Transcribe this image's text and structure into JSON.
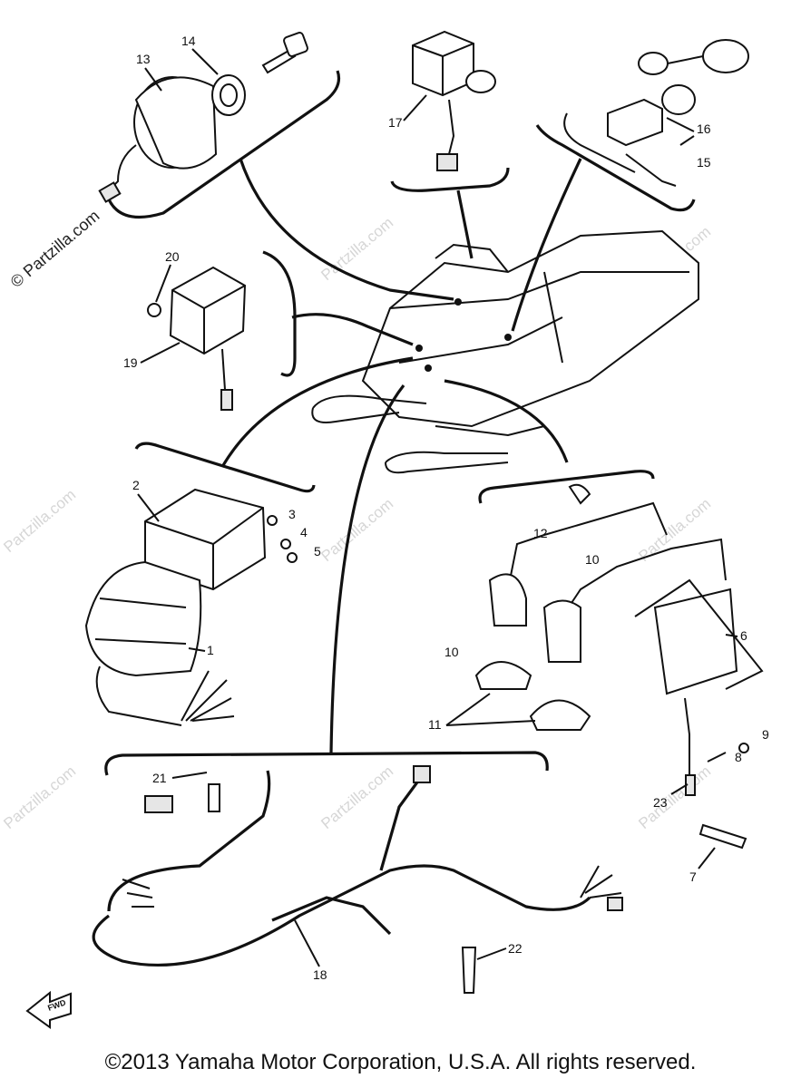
{
  "labels": {
    "p1": "1",
    "p2": "2",
    "p3": "3",
    "p4": "4",
    "p5": "5",
    "p6": "6",
    "p7": "7",
    "p8": "8",
    "p9": "9",
    "p10a": "10",
    "p10b": "10",
    "p11": "11",
    "p12": "12",
    "p13": "13",
    "p14": "14",
    "p15": "15",
    "p16": "16",
    "p17": "17",
    "p18": "18",
    "p19": "19",
    "p20": "20",
    "p21": "21",
    "p22": "22",
    "p23": "23"
  },
  "watermark": "© Partzilla.com",
  "watermark_short": "Partzilla.com",
  "fwd_label": "FWD",
  "copyright": "©2013 Yamaha Motor Corporation, U.S.A. All rights reserved."
}
